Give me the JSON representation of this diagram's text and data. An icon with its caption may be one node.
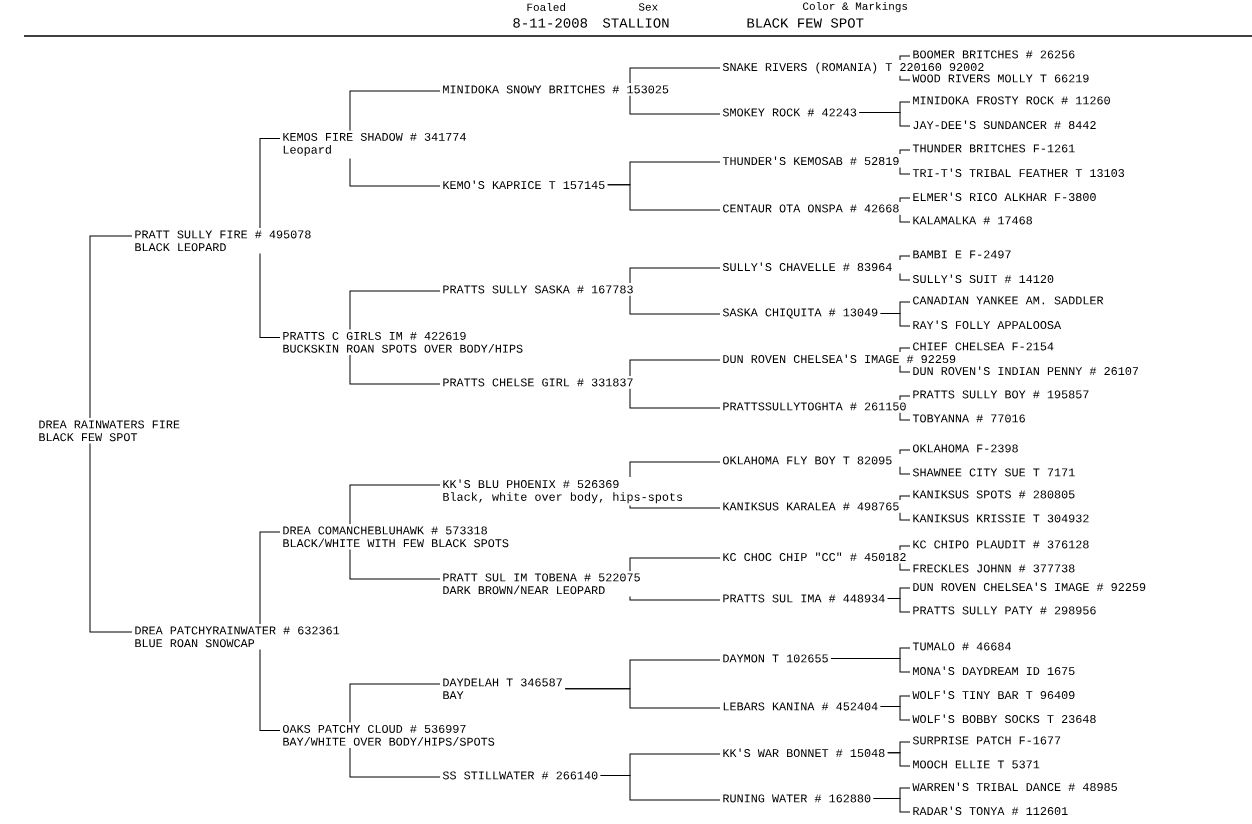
{
  "diagram": {
    "nodes": [
      {
        "text": [
          "DREA RAINWATERS FIRE",
          "BLACK FEW SPOT"
        ]
      },
      {
        "text": [
          "PRATT SULLY FIRE # 495078",
          "BLACK LEOPARD"
        ]
      },
      {
        "text": [
          "DREA PATCHYRAINWATER # 632361",
          "BLUE ROAN SNOWCAP"
        ]
      },
      {
        "text": [
          "KEMOS FIRE SHADOW # 341774",
          "Leopard"
        ]
      },
      {
        "text": [
          "PRATTS C GIRLS IM # 422619",
          "BUCKSKIN ROAN SPOTS OVER BODY/HIPS"
        ]
      },
      {
        "text": [
          "DREA COMANCHEBLUHAWK # 573318",
          "BLACK/WHITE WITH FEW BLACK SPOTS"
        ]
      },
      {
        "text": [
          "OAKS PATCHY CLOUD # 536997",
          "BAY/WHITE OVER BODY/HIPS/SPOTS"
        ]
      },
      {
        "text": [
          "MINIDOKA SNOWY BRITCHES # 153025"
        ]
      },
      {
        "text": [
          "KEMO'S KAPRICE T 157145"
        ]
      },
      {
        "text": [
          "PRATTS SULLY SASKA # 167783"
        ]
      },
      {
        "text": [
          "PRATTS CHELSE GIRL # 331837"
        ]
      },
      {
        "text": [
          "KK'S BLU PHOENIX # 526369",
          "Black, white over body, hips-spots"
        ]
      },
      {
        "text": [
          "PRATT SUL IM TOBENA # 522075",
          "DARK BROWN/NEAR LEOPARD"
        ]
      },
      {
        "text": [
          "DAYDELAH T 346587",
          "BAY"
        ]
      },
      {
        "text": [
          "SS STILLWATER # 266140"
        ]
      },
      {
        "text": [
          "SNAKE RIVERS (ROMANIA) T 220160 92002"
        ]
      },
      {
        "text": [
          "SMOKEY ROCK # 42243"
        ]
      },
      {
        "text": [
          "THUNDER'S KEMOSAB # 52819"
        ]
      },
      {
        "text": [
          "CENTAUR OTA ONSPA # 42668"
        ]
      },
      {
        "text": [
          "SULLY'S CHAVELLE # 83964"
        ]
      },
      {
        "text": [
          "SASKA CHIQUITA # 13049"
        ]
      },
      {
        "text": [
          "DUN ROVEN CHELSEA'S IMAGE # 92259"
        ]
      },
      {
        "text": [
          "PRATTSSULLYTOGHTA # 261150"
        ]
      },
      {
        "text": [
          "OKLAHOMA FLY BOY T 82095"
        ]
      },
      {
        "text": [
          "KANIKSUS KARALEA # 498765"
        ]
      },
      {
        "text": [
          "KC CHOC CHIP \"CC\" # 450182"
        ]
      },
      {
        "text": [
          "PRATTS SUL IMA # 448934"
        ]
      },
      {
        "text": [
          "DAYMON T 102655"
        ]
      },
      {
        "text": [
          "LEBARS KANINA # 452404"
        ]
      },
      {
        "text": [
          "KK'S WAR BONNET # 15048"
        ]
      },
      {
        "text": [
          "RUNING WATER # 162880"
        ]
      },
      {
        "text": [
          "BOOMER BRITCHES # 26256"
        ]
      },
      {
        "text": [
          "WOOD RIVERS MOLLY T 66219"
        ]
      },
      {
        "text": [
          "MINIDOKA FROSTY ROCK # 11260"
        ]
      },
      {
        "text": [
          "JAY-DEE'S SUNDANCER # 8442"
        ]
      },
      {
        "text": [
          "THUNDER BRITCHES F-1261"
        ]
      },
      {
        "text": [
          "TRI-T'S TRIBAL FEATHER T 13103"
        ]
      },
      {
        "text": [
          "ELMER'S RICO ALKHAR F-3800"
        ]
      },
      {
        "text": [
          "KALAMALKA # 17468"
        ]
      },
      {
        "text": [
          "BAMBI E F-2497"
        ]
      },
      {
        "text": [
          "SULLY'S SUIT # 14120"
        ]
      },
      {
        "text": [
          "CANADIAN YANKEE AM. SADDLER"
        ]
      },
      {
        "text": [
          "RAY'S FOLLY APPALOOSA"
        ]
      },
      {
        "text": [
          "CHIEF CHELSEA F-2154"
        ]
      },
      {
        "text": [
          "DUN ROVEN'S INDIAN PENNY # 26107"
        ]
      },
      {
        "text": [
          "PRATTS SULLY BOY # 195857"
        ]
      },
      {
        "text": [
          "TOBYANNA # 77016"
        ]
      },
      {
        "text": [
          "OKLAHOMA F-2398"
        ]
      },
      {
        "text": [
          "SHAWNEE CITY SUE T 7171"
        ]
      },
      {
        "text": [
          "KANIKSUS SPOTS # 280805"
        ]
      },
      {
        "text": [
          "KANIKSUS KRISSIE T 304932"
        ]
      },
      {
        "text": [
          "KC CHIPO PLAUDIT # 376128"
        ]
      },
      {
        "text": [
          "FRECKLES JOHNN # 377738"
        ]
      },
      {
        "text": [
          "DUN ROVEN CHELSEA'S IMAGE # 92259"
        ]
      },
      {
        "text": [
          "PRATTS SULLY PATY # 298956"
        ]
      },
      {
        "text": [
          "TUMALO # 46684"
        ]
      },
      {
        "text": [
          "MONA'S DAYDREAM ID 1675"
        ]
      },
      {
        "text": [
          "WOLF'S TINY BAR T 96409"
        ]
      },
      {
        "text": [
          "WOLF'S BOBBY SOCKS T 23648"
        ]
      },
      {
        "text": [
          "SURPRISE PATCH F-1677"
        ]
      },
      {
        "text": [
          "MOOCH ELLIE T 5371"
        ]
      },
      {
        "text": [
          "WARREN'S TRIBAL DANCE # 48985"
        ]
      },
      {
        "text": [
          "RADAR'S TONYA # 112601"
        ]
      }
    ],
    "edges": [
      {
        "from": 0,
        "to": 1,
        "arrow": "none"
      },
      {
        "from": 0,
        "to": 2,
        "arrow": "none"
      },
      {
        "from": 1,
        "to": 3,
        "arrow": "none"
      },
      {
        "from": 1,
        "to": 4,
        "arrow": "none"
      },
      {
        "from": 2,
        "to": 5,
        "arrow": "none"
      },
      {
        "from": 2,
        "to": 6,
        "arrow": "none"
      },
      {
        "from": 3,
        "to": 7,
        "arrow": "none"
      },
      {
        "from": 3,
        "to": 8,
        "arrow": "none"
      },
      {
        "from": 4,
        "to": 9,
        "arrow": "none"
      },
      {
        "from": 4,
        "to": 10,
        "arrow": "none"
      },
      {
        "from": 5,
        "to": 11,
        "arrow": "none"
      },
      {
        "from": 5,
        "to": 12,
        "arrow": "none"
      },
      {
        "from": 6,
        "to": 13,
        "arrow": "none"
      },
      {
        "from": 6,
        "to": 14,
        "arrow": "none"
      },
      {
        "from": 7,
        "to": 15,
        "arrow": "none"
      },
      {
        "from": 7,
        "to": 16,
        "arrow": "none"
      },
      {
        "from": 8,
        "to": 17,
        "arrow": "none"
      },
      {
        "from": 8,
        "to": 18,
        "arrow": "none"
      },
      {
        "from": 9,
        "to": 19,
        "arrow": "none"
      },
      {
        "from": 9,
        "to": 20,
        "arrow": "none"
      },
      {
        "from": 10,
        "to": 21,
        "arrow": "none"
      },
      {
        "from": 10,
        "to": 22,
        "arrow": "none"
      },
      {
        "from": 11,
        "to": 23,
        "arrow": "none"
      },
      {
        "from": 11,
        "to": 24,
        "arrow": "none"
      },
      {
        "from": 12,
        "to": 25,
        "arrow": "none"
      },
      {
        "from": 12,
        "to": 26,
        "arrow": "none"
      },
      {
        "from": 13,
        "to": 27,
        "arrow": "none"
      },
      {
        "from": 13,
        "to": 28,
        "arrow": "none"
      },
      {
        "from": 14,
        "to": 29,
        "arrow": "none"
      },
      {
        "from": 14,
        "to": 30,
        "arrow": "none"
      },
      {
        "from": 15,
        "to": 31,
        "arrow": "none"
      },
      {
        "from": 15,
        "to": 32,
        "arrow": "none"
      },
      {
        "from": 16,
        "to": 33,
        "arrow": "none"
      },
      {
        "from": 16,
        "to": 34,
        "arrow": "none"
      },
      {
        "from": 17,
        "to": 35,
        "arrow": "none"
      },
      {
        "from": 17,
        "to": 36,
        "arrow": "none"
      },
      {
        "from": 18,
        "to": 37,
        "arrow": "none"
      },
      {
        "from": 18,
        "to": 38,
        "arrow": "none"
      },
      {
        "from": 19,
        "to": 39,
        "arrow": "none"
      },
      {
        "from": 19,
        "to": 40,
        "arrow": "none"
      },
      {
        "from": 20,
        "to": 41,
        "arrow": "none"
      },
      {
        "from": 20,
        "to": 42,
        "arrow": "none"
      },
      {
        "from": 21,
        "to": 43,
        "arrow": "none"
      },
      {
        "from": 21,
        "to": 44,
        "arrow": "none"
      },
      {
        "from": 22,
        "to": 45,
        "arrow": "none"
      },
      {
        "from": 22,
        "to": 46,
        "arrow": "none"
      },
      {
        "from": 23,
        "to": 47,
        "arrow": "none"
      },
      {
        "from": 23,
        "to": 48,
        "arrow": "none"
      },
      {
        "from": 24,
        "to": 49,
        "arrow": "none"
      },
      {
        "from": 24,
        "to": 50,
        "arrow": "none"
      },
      {
        "from": 25,
        "to": 51,
        "arrow": "none"
      },
      {
        "from": 25,
        "to": 52,
        "arrow": "none"
      },
      {
        "from": 26,
        "to": 53,
        "arrow": "none"
      },
      {
        "from": 26,
        "to": 54,
        "arrow": "none"
      },
      {
        "from": 27,
        "to": 55,
        "arrow": "none"
      },
      {
        "from": 27,
        "to": 56,
        "arrow": "none"
      },
      {
        "from": 28,
        "to": 57,
        "arrow": "none"
      },
      {
        "from": 28,
        "to": 58,
        "arrow": "none"
      },
      {
        "from": 29,
        "to": 59,
        "arrow": "none"
      },
      {
        "from": 29,
        "to": 60,
        "arrow": "none"
      },
      {
        "from": 30,
        "to": 61,
        "arrow": "none"
      },
      {
        "from": 30,
        "to": 62,
        "arrow": "none"
      }
    ],
    "labels": [
      "Foaled",
      "Sex",
      "Color & Markings",
      "8-11-2008",
      "STALLION",
      "BLACK FEW SPOT"
    ]
  }
}
